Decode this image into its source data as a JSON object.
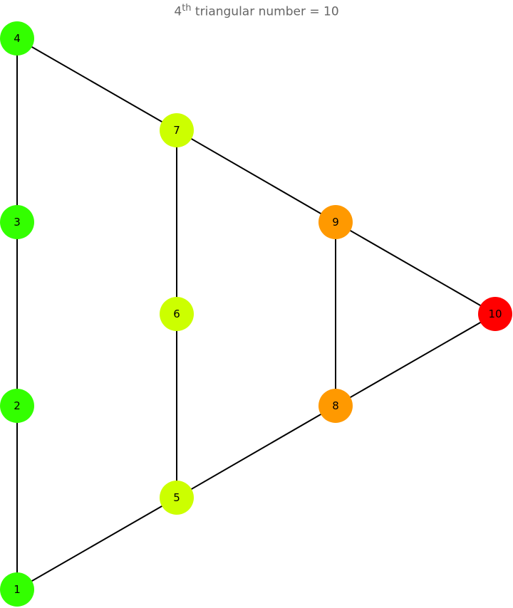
{
  "title": {
    "base": "4",
    "sup": "th",
    "rest": " triangular number = 10"
  },
  "colors": {
    "green": "#33ff00",
    "lime": "#ccff00",
    "orange": "#ff9900",
    "red": "#ff0000",
    "edge": "#000000"
  },
  "nodes": [
    {
      "id": "1",
      "color": "green"
    },
    {
      "id": "2",
      "color": "green"
    },
    {
      "id": "3",
      "color": "green"
    },
    {
      "id": "4",
      "color": "green"
    },
    {
      "id": "5",
      "color": "lime"
    },
    {
      "id": "6",
      "color": "lime"
    },
    {
      "id": "7",
      "color": "lime"
    },
    {
      "id": "8",
      "color": "orange"
    },
    {
      "id": "9",
      "color": "orange"
    },
    {
      "id": "10",
      "color": "red"
    }
  ],
  "edges": [
    [
      "1",
      "2"
    ],
    [
      "2",
      "3"
    ],
    [
      "3",
      "4"
    ],
    [
      "4",
      "7"
    ],
    [
      "7",
      "9"
    ],
    [
      "9",
      "10"
    ],
    [
      "10",
      "8"
    ],
    [
      "8",
      "5"
    ],
    [
      "5",
      "1"
    ],
    [
      "5",
      "6"
    ],
    [
      "6",
      "7"
    ],
    [
      "9",
      "8"
    ]
  ]
}
